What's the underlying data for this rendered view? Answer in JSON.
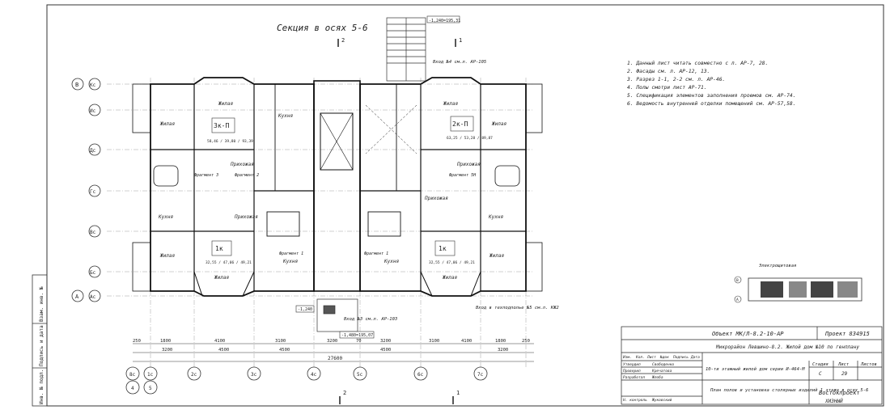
{
  "section_title": "Секция в осях 5-6",
  "notes": [
    "1. Данный лист читать совместно с л. АР-7, 28.",
    "2. Фасады см. л. АР-12, 13.",
    "3. Разрез 1-1, 2-2 см. л. АР-46.",
    "4. Полы смотри лист АР-71.",
    "5. Спецификация элементов заполнения проемов см. АР-74.",
    "6. Ведомость внутренней отделки помещений см. АР-57,58."
  ],
  "rows": [
    "Кс",
    "Ис",
    "Дс",
    "Гс",
    "Вс",
    "Бс",
    "Ас"
  ],
  "row_left_b": "В",
  "row_left_a": "А",
  "cols_bottom": [
    "1с",
    "2с",
    "3с",
    "4с",
    "5с",
    "6с",
    "7с",
    "8с"
  ],
  "cols_bottom_extra": [
    "4",
    "5"
  ],
  "top_elevation": "-1,240=195,31",
  "bottom_elevation": "-1,480=195,07",
  "left_elevation": "-1,240",
  "overall_dimension": "27600",
  "dims_row1": [
    "250",
    "1800",
    "4100",
    "3100",
    "3200",
    "70",
    "3200",
    "3100",
    "4100",
    "1800",
    "250"
  ],
  "dims_row2": [
    "3200",
    "4500",
    "4500",
    "4500",
    "3200"
  ],
  "apartments": [
    {
      "name": "3к-П",
      "area": "58,46 / 39,80 / 93,39"
    },
    {
      "name": "2к-П",
      "area": "63,25 / 53,28 / 89,87"
    },
    {
      "name": "1к",
      "area": "32,55 / 47,06 / 49,21"
    },
    {
      "name": "1к",
      "area": "32,55 / 47,06 / 49,21"
    }
  ],
  "room_labels": {
    "living": "Жилая",
    "kitchen": "Кухня",
    "hall": "Прихожая",
    "fragment1": "Фрагмент 1",
    "fragment2": "Фрагмент 2",
    "fragment3": "Фрагмент 3",
    "fragment5n": "Фрагмент 5Н"
  },
  "entrances": [
    {
      "label": "Вход №4 см.л. АР-105"
    },
    {
      "label": "Вход №3 см.л. АР-103"
    },
    {
      "label": "Вход в техподполье №5 см.л. КЖ2"
    }
  ],
  "cuts": [
    "1",
    "2",
    "2",
    "1"
  ],
  "key_plan_title": "Электрощитовая",
  "key_plan_axes": [
    "В",
    "А"
  ],
  "title_block": {
    "object": "Объект МК/Л-8.2-10-АР",
    "project": "Проект 834915",
    "location": "Микрорайон Левшино-8.2. Жилой дом №10 по генплану",
    "building": "10-ти этажный жилой дом серии И-464-М",
    "sheet_title": "План полов и установка столярных изделий 1 этажа в осях 5-6",
    "roles": [
      "Изм.",
      "Кол.",
      "Лист",
      "№док",
      "Подпись",
      "Дата"
    ],
    "staff": [
      "Утвердил",
      "Проверил",
      "Разработал",
      "Н. контроль"
    ],
    "names": [
      "Свободенко",
      "Кречатова",
      "Жлоба",
      "Жуковский"
    ],
    "stage_label": "Стадия",
    "sheet_label": "Лист",
    "sheets_label": "Листов",
    "stage": "С",
    "sheet": "29",
    "company": "Востокпроект",
    "company_sub": "ХИЗНЫЙ"
  },
  "side_stamp": [
    "Инв. № подл.",
    "Подпись и дата",
    "Взам. инв. №"
  ]
}
